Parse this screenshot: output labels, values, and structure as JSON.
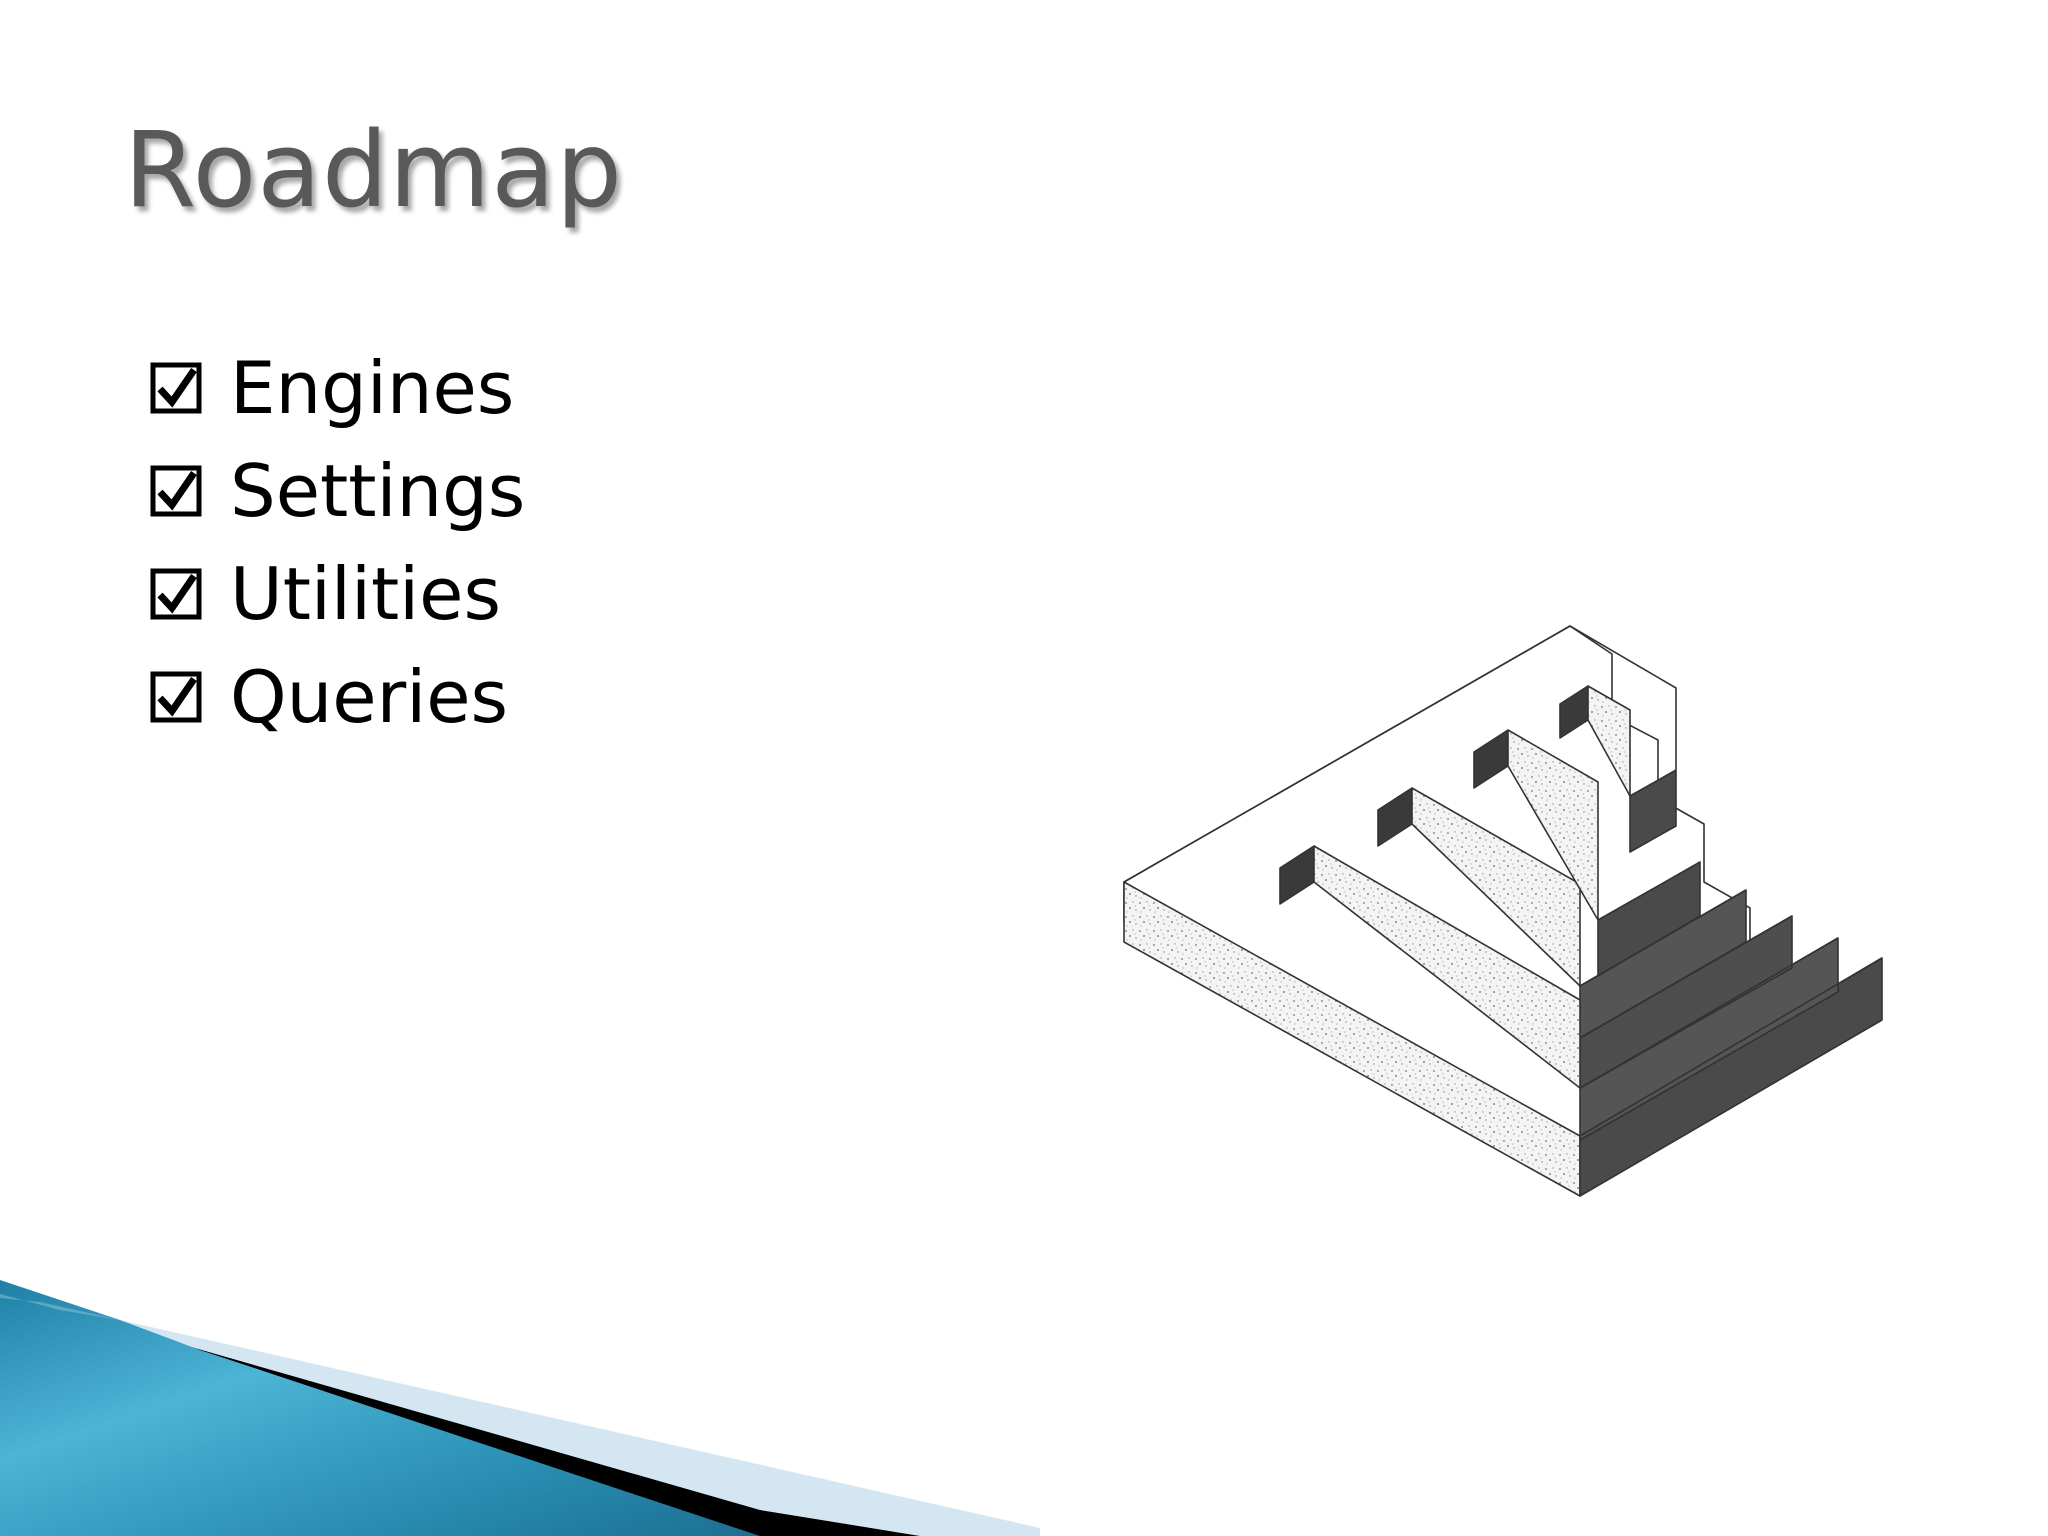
{
  "slide": {
    "title": "Roadmap",
    "items": [
      {
        "label": "Engines",
        "checked": true
      },
      {
        "label": "Settings",
        "checked": true
      },
      {
        "label": "Utilities",
        "checked": true
      },
      {
        "label": "Queries",
        "checked": true
      }
    ],
    "illustration": "impossible-staircase-illustration",
    "decoration": "blue-swoosh-graphic"
  },
  "colors": {
    "title": "#595959",
    "text": "#000000",
    "swoosh_blue": "#2a8fb3",
    "swoosh_light": "#cfe3ef"
  }
}
